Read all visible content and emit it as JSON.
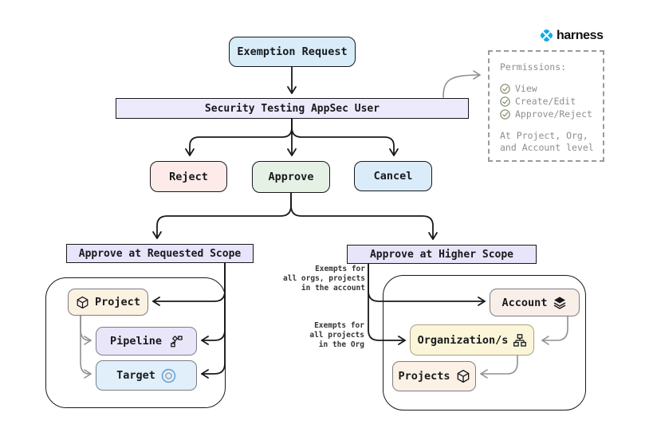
{
  "logo": {
    "brand": "harness"
  },
  "nodes": {
    "exemption": "Exemption Request",
    "security": "Security Testing AppSec User",
    "reject": "Reject",
    "approve": "Approve",
    "cancel": "Cancel",
    "requested_scope": "Approve at Requested Scope",
    "higher_scope": "Approve at Higher Scope",
    "project": "Project",
    "pipeline": "Pipeline",
    "target": "Target",
    "account": "Account",
    "organization": "Organization/s",
    "projects": "Projects"
  },
  "annotations": {
    "account_note": [
      "Exempts for",
      "all orgs, projects",
      "in the account"
    ],
    "org_note": [
      "Exempts for",
      "all projects",
      "in the Org"
    ]
  },
  "permissions": {
    "title": "Permissions:",
    "items": [
      "View",
      "Create/Edit",
      "Approve/Reject"
    ],
    "footer": [
      "At Project, Org,",
      "and Account level"
    ]
  },
  "icons": {
    "project": "cube-icon",
    "pipeline": "workflow-icon",
    "target": "target-icon",
    "account": "layers-icon",
    "organization": "org-chart-icon",
    "projects": "cube-icon",
    "permission_item": "check-circle-icon",
    "logo": "harness-icon"
  },
  "colors": {
    "node_blue": "#d9ecf9",
    "node_lavender": "#eceafb",
    "node_pink": "#fcebe8",
    "node_green": "#e4f1e4",
    "node_scope_lavender": "#e8e4f9",
    "node_cream": "#fbf2e1",
    "node_pipeline_lavender": "#eae6fa",
    "node_target_blue": "#e0effa",
    "node_account_beige": "#f9efe9",
    "node_org_yellow": "#fbf5d9",
    "node_projects_cream": "#fbf1e5",
    "stroke_dark": "#17191c",
    "stroke_gray": "#8f8f8f",
    "harness_blue": "#00ade4",
    "check_green": "#8a9575",
    "permissions_gray": "#8e8e8e"
  }
}
